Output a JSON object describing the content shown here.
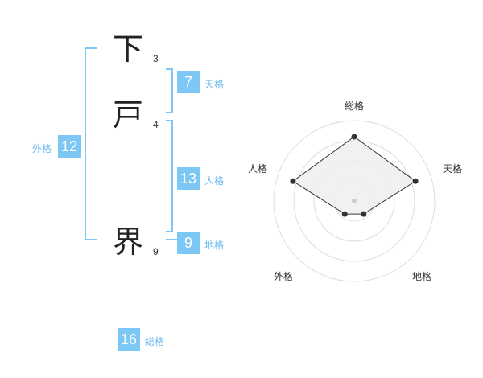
{
  "name": {
    "chars": [
      "下",
      "戸",
      "界"
    ],
    "strokes": [
      "3",
      "4",
      "9"
    ]
  },
  "fortune": {
    "tenkaku": {
      "value": "7",
      "label": "天格"
    },
    "jinkaku": {
      "value": "13",
      "label": "人格"
    },
    "chikaku": {
      "value": "9",
      "label": "地格"
    },
    "gaikaku": {
      "value": "12",
      "label": "外格"
    },
    "soukaku": {
      "value": "16",
      "label": "総格"
    }
  },
  "chart_data": {
    "type": "radar",
    "axes": [
      "総格",
      "天格",
      "地格",
      "外格",
      "人格"
    ],
    "values": [
      0.8,
      0.8,
      0.2,
      0.2,
      0.8
    ],
    "max": 1,
    "rings": 4,
    "colors": {
      "ring": "#dddddd",
      "fill": "#eeeeee",
      "line": "#333333",
      "point": "#333333",
      "center": "#cccccc"
    }
  },
  "colors": {
    "accent": "#7cc7f4"
  }
}
